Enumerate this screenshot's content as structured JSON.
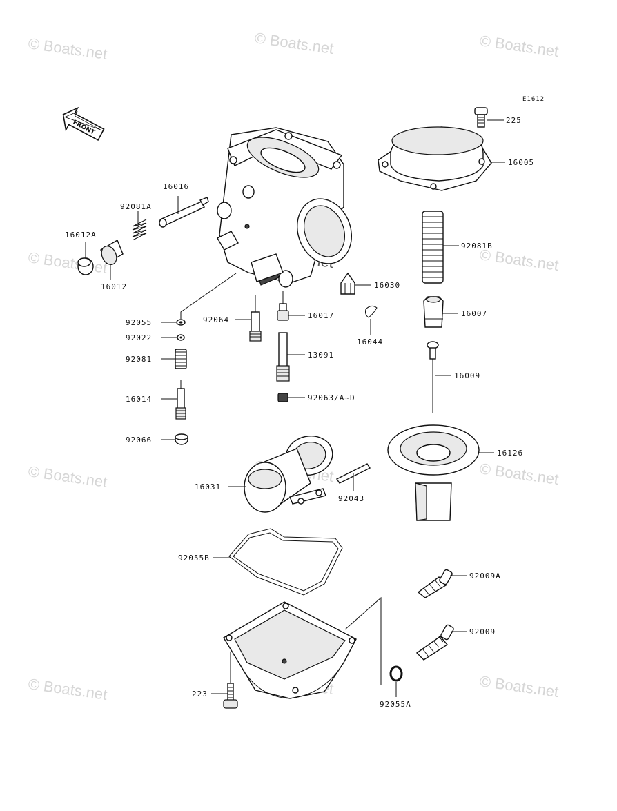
{
  "watermark": "© Boats.net",
  "diagram_code": "E1612",
  "front_label": "FRONT",
  "parts": {
    "p225": "225",
    "p16005": "16005",
    "p92081B": "92081B",
    "p16030": "16030",
    "p16007": "16007",
    "p16009": "16009",
    "p16044": "16044",
    "p16126": "16126",
    "p16016": "16016",
    "p92081A": "92081A",
    "p16012A": "16012A",
    "p16012": "16012",
    "p92055": "92055",
    "p92064": "92064",
    "p16017": "16017",
    "p92022": "92022",
    "p92081": "92081",
    "p13091": "13091",
    "p16014": "16014",
    "p92063": "92063/A~D",
    "p92066": "92066",
    "p16031": "16031",
    "p92043": "92043",
    "p92055B": "92055B",
    "p92009A": "92009A",
    "p92009": "92009",
    "p223": "223",
    "p92055A": "92055A"
  }
}
